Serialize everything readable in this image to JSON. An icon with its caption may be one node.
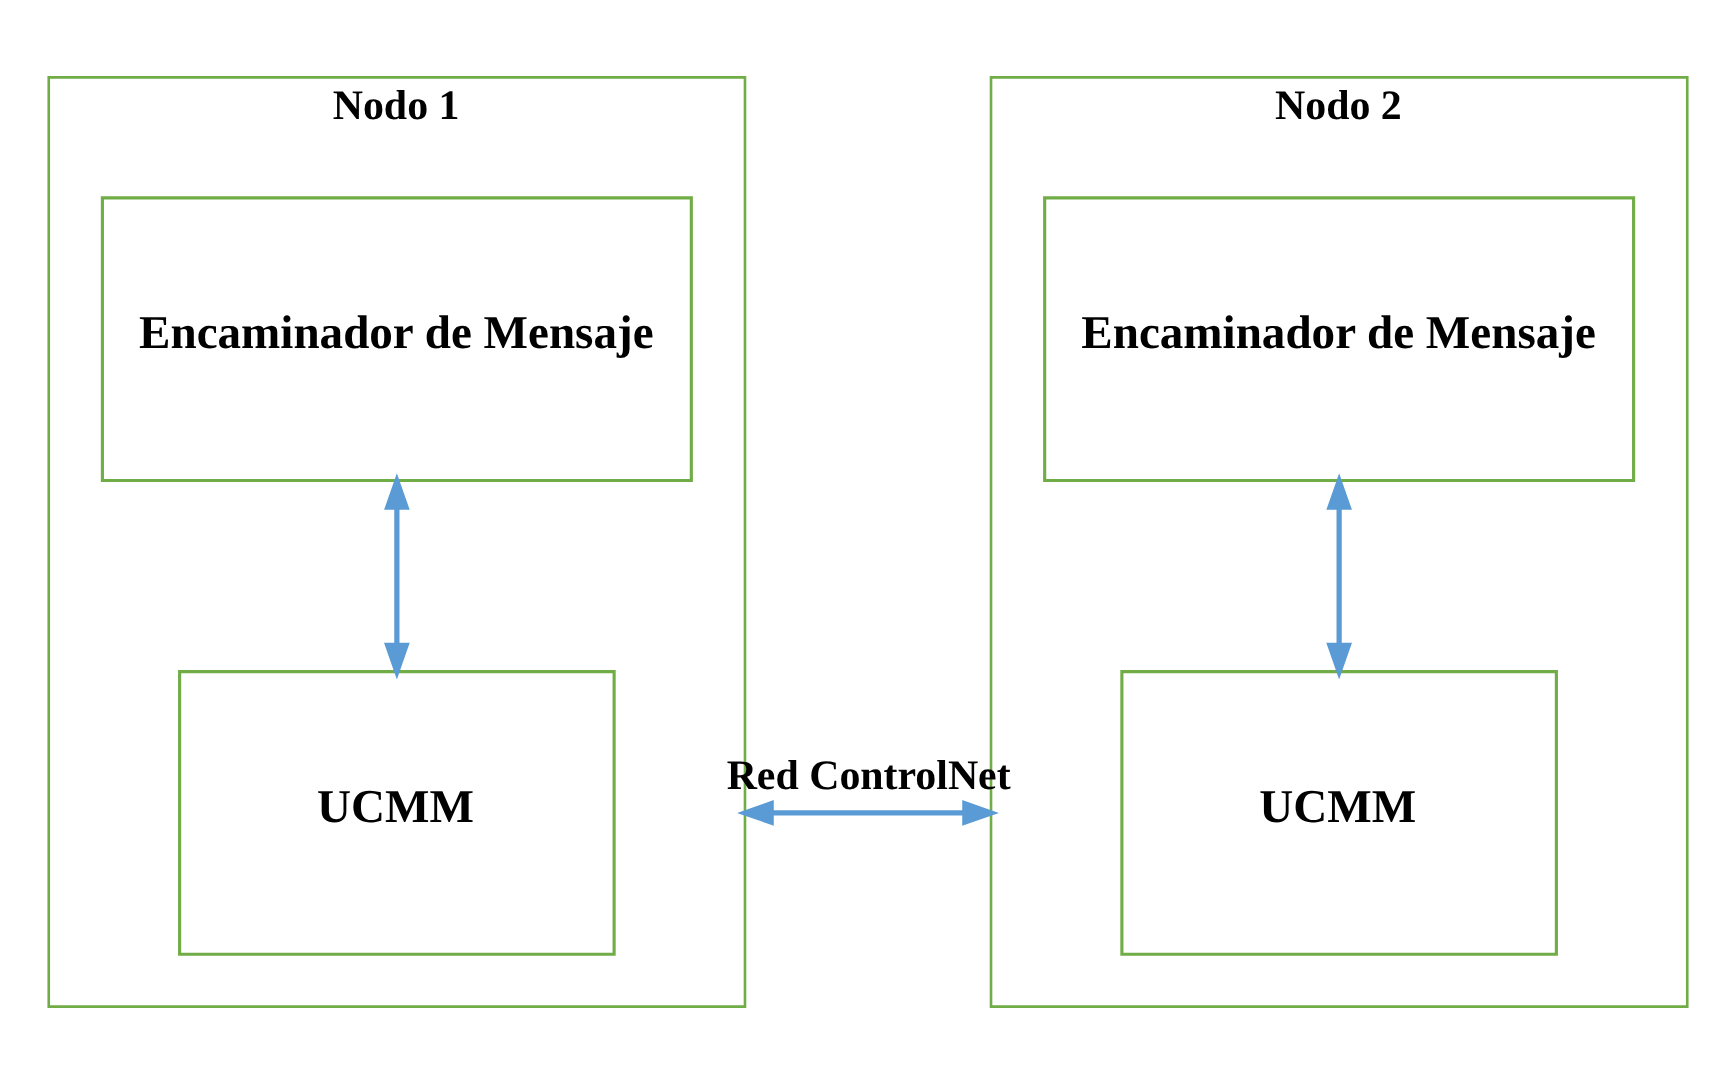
{
  "diagram": {
    "nodes": [
      {
        "text": [
          "Nodo 1"
        ]
      },
      {
        "text": [
          "Encaminador de Mensaje"
        ],
        "in": 0
      },
      {
        "text": [
          "UCMM"
        ],
        "in": 0
      },
      {
        "text": [
          "Nodo 2"
        ]
      },
      {
        "text": [
          "Encaminador de Mensaje"
        ],
        "in": 3
      },
      {
        "text": [
          "UCMM"
        ],
        "in": 3
      }
    ],
    "edges": [
      {
        "from": 1,
        "to": 2,
        "arrow": "both"
      },
      {
        "from": 4,
        "to": 5,
        "arrow": "both"
      },
      {
        "from": 0,
        "to": 3,
        "arrow": "both",
        "label": "Red ControlNet"
      }
    ]
  }
}
